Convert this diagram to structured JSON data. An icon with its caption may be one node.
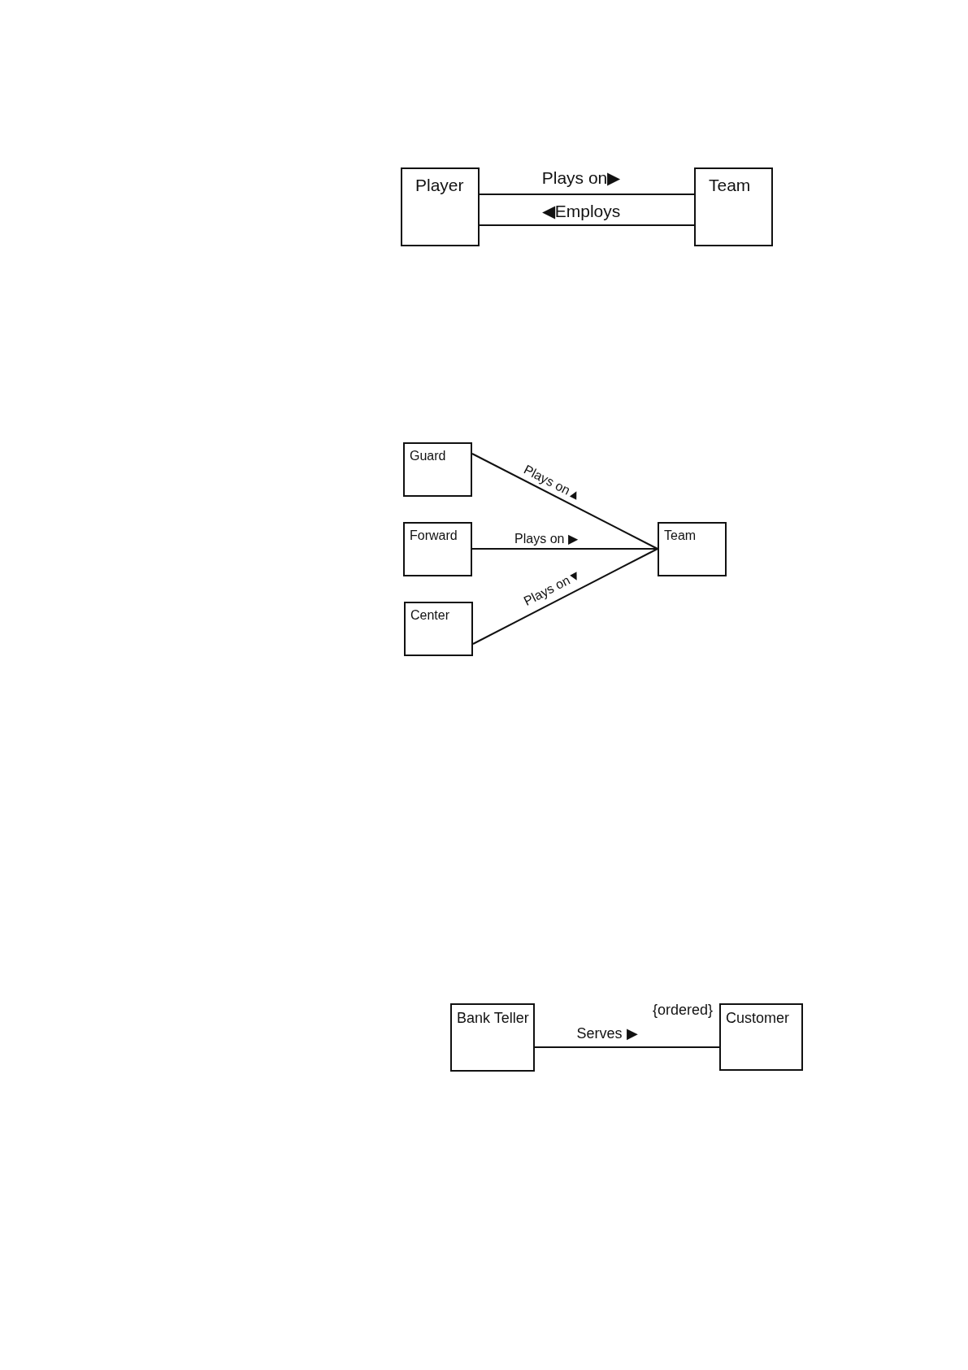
{
  "diagram": {
    "nodes": [
      {
        "text": [
          "Player"
        ]
      },
      {
        "text": [
          "Team"
        ]
      },
      {
        "text": [
          "Guard"
        ]
      },
      {
        "text": [
          "Forward"
        ]
      },
      {
        "text": [
          "Center"
        ]
      },
      {
        "text": [
          "Team"
        ]
      },
      {
        "text": [
          "Bank Teller"
        ]
      },
      {
        "text": [
          "Customer"
        ]
      }
    ],
    "edges": [
      {
        "from": 0,
        "to": 1,
        "arrow": "none",
        "label": "Plays on▶"
      },
      {
        "from": 0,
        "to": 1,
        "arrow": "none",
        "label": "◀Employs"
      },
      {
        "from": 2,
        "to": 5,
        "arrow": "none",
        "label": "Plays on▲"
      },
      {
        "from": 3,
        "to": 5,
        "arrow": "none",
        "label": "Plays on ▶"
      },
      {
        "from": 4,
        "to": 5,
        "arrow": "none",
        "label": "Plays on▼"
      },
      {
        "from": 6,
        "to": 7,
        "arrow": "none",
        "label": "Serves  ▶"
      }
    ],
    "labels": [
      "{ordered}"
    ]
  }
}
